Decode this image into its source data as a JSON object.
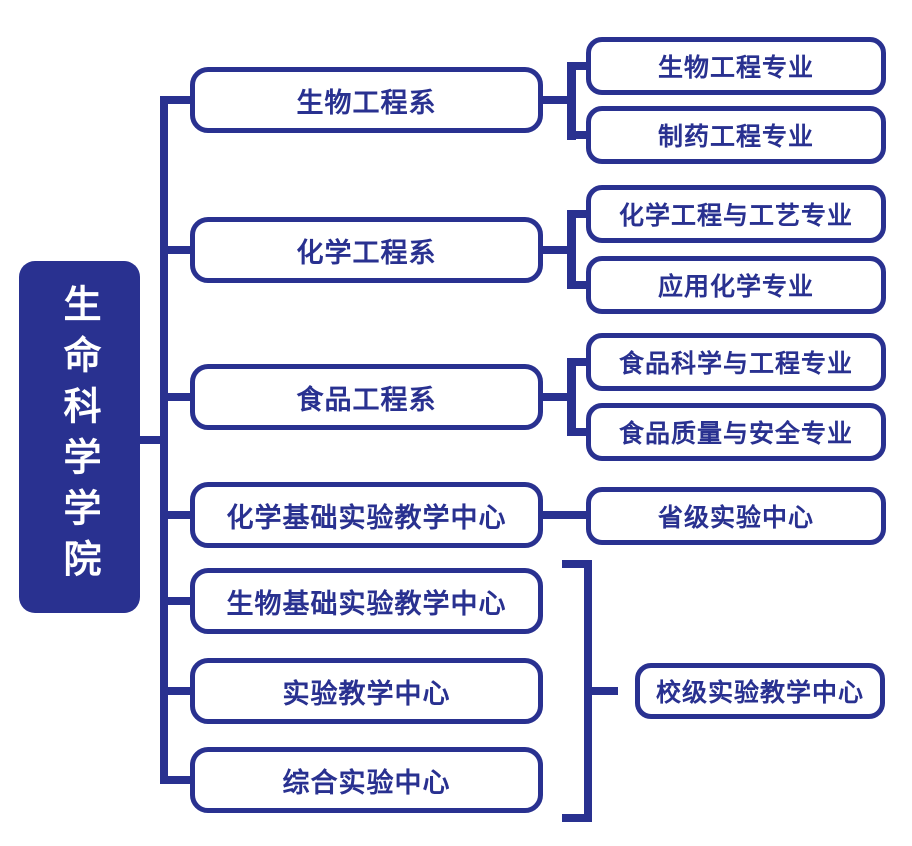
{
  "colors": {
    "primary": "#293190",
    "background": "#ffffff",
    "node_text": "#293190",
    "root_text": "#ffffff"
  },
  "root": {
    "label": "生命科学学院"
  },
  "departments": [
    {
      "label": "生物工程系",
      "children": [
        "生物工程专业",
        "制药工程专业"
      ]
    },
    {
      "label": "化学工程系",
      "children": [
        "化学工程与工艺专业",
        "应用化学专业"
      ]
    },
    {
      "label": "食品工程系",
      "children": [
        "食品科学与工程专业",
        "食品质量与安全专业"
      ]
    },
    {
      "label": "化学基础实验教学中心",
      "children": [
        "省级实验中心"
      ]
    },
    {
      "label": "生物基础实验教学中心",
      "children": []
    },
    {
      "label": "实验教学中心",
      "children": []
    },
    {
      "label": "综合实验中心",
      "children": []
    }
  ],
  "shared_child": {
    "label": "校级实验教学中心"
  }
}
